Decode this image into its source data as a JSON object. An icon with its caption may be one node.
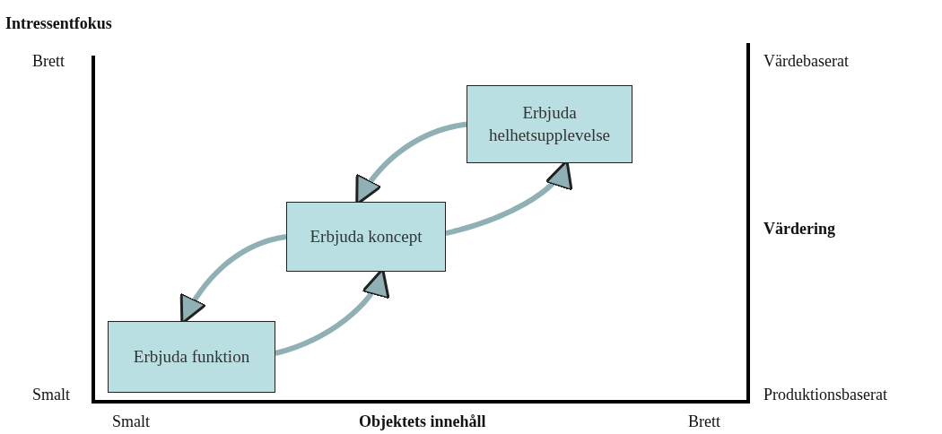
{
  "diagram": {
    "nodes": [
      {
        "text": [
          "Erbjuda helhetsupplevelse"
        ]
      },
      {
        "text": [
          "Erbjuda koncept"
        ]
      },
      {
        "text": [
          "Erbjuda funktion"
        ]
      }
    ],
    "edges": [
      {
        "from": 2,
        "to": 1,
        "arrow": "to"
      },
      {
        "from": 1,
        "to": 2,
        "arrow": "to"
      },
      {
        "from": 1,
        "to": 0,
        "arrow": "to"
      },
      {
        "from": 0,
        "to": 1,
        "arrow": "to"
      }
    ],
    "labels": [
      "Intressentfokus",
      "Brett",
      "Värdebaserat",
      "Värdering",
      "Smalt",
      "Produktionsbaserat",
      "Smalt",
      "Objektets innehåll",
      "Brett"
    ]
  }
}
